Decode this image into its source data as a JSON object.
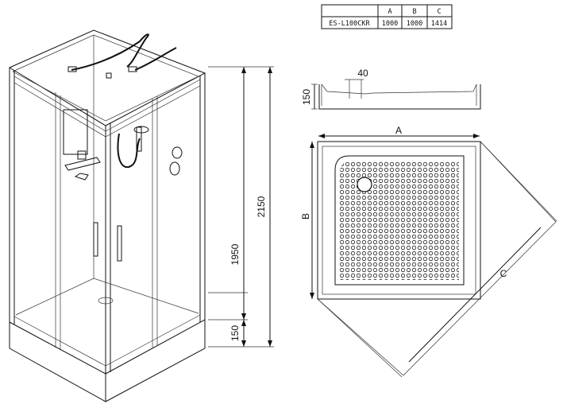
{
  "spec_table": {
    "headers": [
      "",
      "A",
      "B",
      "C"
    ],
    "rows": [
      [
        "ES-L100CKR",
        "1000",
        "1000",
        "1414"
      ]
    ]
  },
  "dimensions": {
    "total_height": "2150",
    "cabin_height": "1950",
    "tray_height": "150",
    "tray_side_height": "150",
    "drain_offset": "40",
    "width_label": "A",
    "depth_label": "B",
    "diagonal_label": "C"
  }
}
